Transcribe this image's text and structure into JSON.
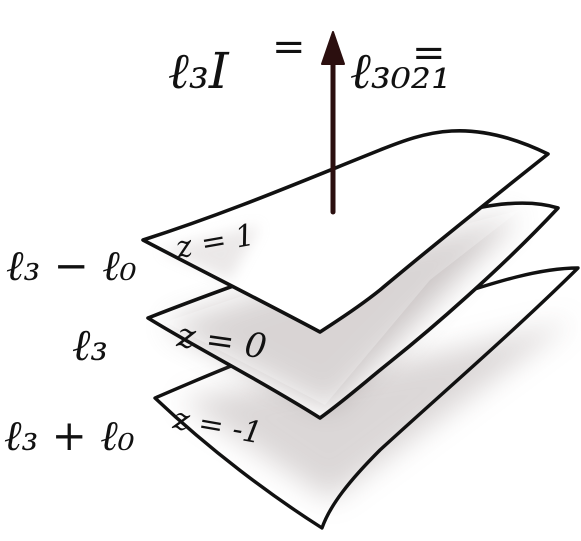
{
  "header": {
    "equation_left": "ℓ₃I",
    "equals_1": "=",
    "equals_2": "=",
    "equation_right": "ℓ₃₀₂₁"
  },
  "sheets": [
    {
      "label": "z = 1",
      "side_label": "ℓ₃ − ℓ₀"
    },
    {
      "label": "z = 0",
      "side_label": "ℓ₃"
    },
    {
      "label": "z = -1",
      "side_label": "ℓ₃ + ℓ₀"
    }
  ],
  "colors": {
    "ink": "#111111",
    "arrow": "#2b0f0f",
    "sheet_fill": "#ffffff",
    "shadow": "#8a7e7e"
  }
}
